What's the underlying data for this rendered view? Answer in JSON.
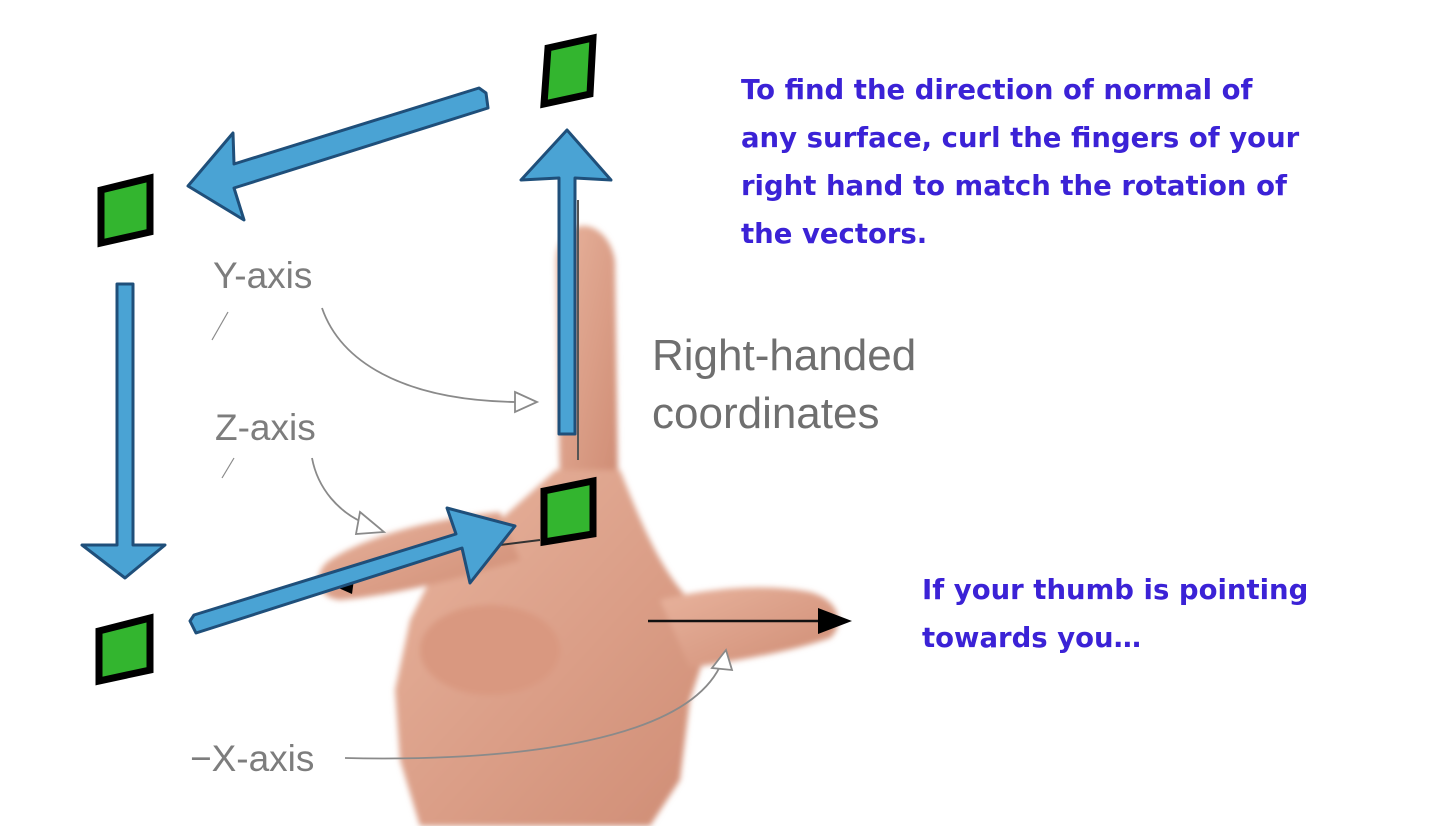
{
  "colors": {
    "annotation": "#3b22d6",
    "arrow_fill": "#4aa3d4",
    "arrow_outline": "#1f4f7a",
    "marker_fill": "#33b52f",
    "marker_outline": "#000000",
    "label_text": "#7d7d7d",
    "skin": "#dfa089"
  },
  "annotation_main": {
    "lines": [
      "To find the direction of normal of",
      "any surface, curl the fingers of your",
      "right hand to match the rotation of",
      "the vectors."
    ]
  },
  "annotation_thumb": {
    "lines": [
      "If your thumb is pointing",
      "towards you…"
    ]
  },
  "photo_labels": {
    "y_axis": "Y-axis",
    "z_axis": "Z-axis",
    "x_axis": "−X-axis",
    "caption_line1": "Right-handed",
    "caption_line2": "coordinates"
  },
  "icons": {
    "vertex_marker": "green-square-marker-icon",
    "vector_arrow": "blue-arrow-icon"
  }
}
